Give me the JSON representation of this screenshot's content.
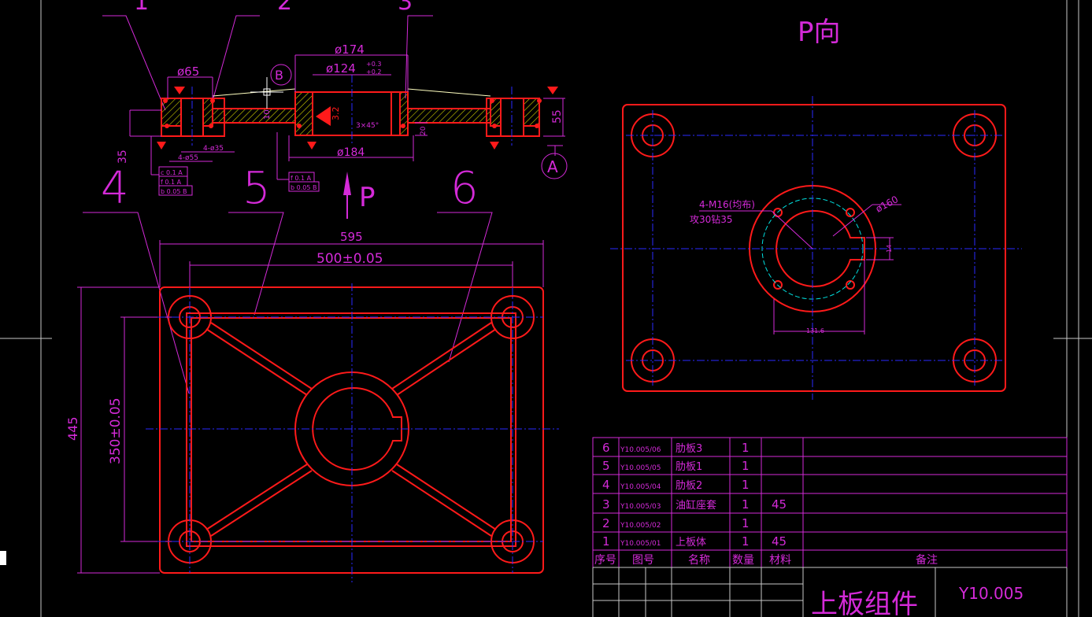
{
  "colors": {
    "background": "#000000",
    "outline": "#ff1a1a",
    "dimension": "#d42ad8",
    "centerline": "#2a2aff",
    "frame": "#c8c8c8",
    "hatch": "#d0d000"
  },
  "section": {
    "balloons": [
      "1",
      "2",
      "3",
      "4",
      "5",
      "6"
    ],
    "dim_phi65": "ø65",
    "dim_phi174": "ø174",
    "dim_phi124": "ø124",
    "tol_upper": "+0.3",
    "tol_lower": "+0.2",
    "dim_phi184": "ø184",
    "dim_holes": "4-ø35",
    "dim_holes2": "4-ø55",
    "chamfer": "3×45°",
    "dim_55": "55",
    "dim_35": "35",
    "dim_20": "20",
    "dim_10": "10",
    "roughness": "3.2",
    "datum_a": "A",
    "datum_b": "B",
    "gdt_left": [
      "c 0.1 A",
      "f 0.1 A",
      "b 0.05 B"
    ],
    "gdt_mid": [
      "f 0.1 A",
      "b 0.05 B"
    ]
  },
  "view_arrow_label": "P",
  "plan": {
    "dim_595": "595",
    "dim_500": "500±0.05",
    "dim_445": "445",
    "dim_350": "350±0.05"
  },
  "pview": {
    "title": "P向",
    "thread_note": "4-M16(均布)",
    "thread_depth": "攻30钻35",
    "dim_160": "ø160",
    "dim_131": "131.6",
    "dim_key": "14"
  },
  "bom": {
    "rows": [
      {
        "no": "6",
        "code": "Y10.005/06",
        "name": "肋板3",
        "qty": "1",
        "material": "",
        "remark": ""
      },
      {
        "no": "5",
        "code": "Y10.005/05",
        "name": "肋板1",
        "qty": "1",
        "material": "",
        "remark": ""
      },
      {
        "no": "4",
        "code": "Y10.005/04",
        "name": "肋板2",
        "qty": "1",
        "material": "",
        "remark": ""
      },
      {
        "no": "3",
        "code": "Y10.005/03",
        "name": "油缸座套",
        "qty": "1",
        "material": "45",
        "remark": ""
      },
      {
        "no": "2",
        "code": "Y10.005/02",
        "name": "",
        "qty": "1",
        "material": "",
        "remark": ""
      },
      {
        "no": "1",
        "code": "Y10.005/01",
        "name": "上板体",
        "qty": "1",
        "material": "45",
        "remark": ""
      }
    ],
    "headers": {
      "no": "序号",
      "code": "图号",
      "name": "名称",
      "qty": "数量",
      "material": "材料",
      "remark": "备注"
    }
  },
  "title_block": {
    "title": "上板组件",
    "drawing_no": "Y10.005"
  }
}
